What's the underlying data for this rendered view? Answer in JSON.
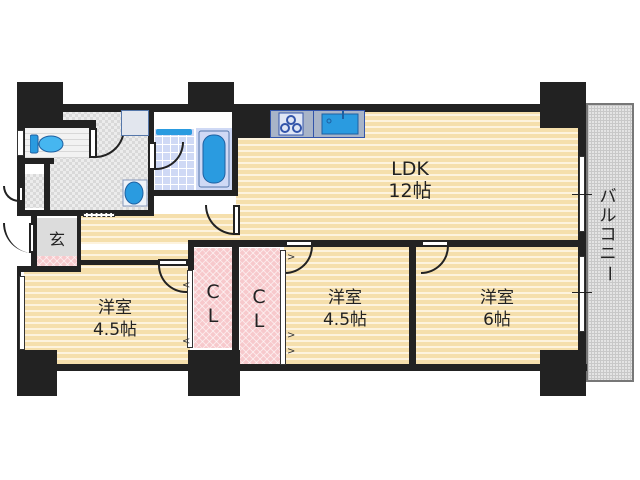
{
  "floorplan": {
    "rooms": [
      {
        "id": "ldk",
        "name": "LDK",
        "size": "12帖"
      },
      {
        "id": "western1",
        "name": "洋室",
        "size": "4.5帖"
      },
      {
        "id": "western2",
        "name": "洋室",
        "size": "4.5帖"
      },
      {
        "id": "western3",
        "name": "洋室",
        "size": "6帖"
      }
    ],
    "closets": [
      {
        "id": "cl1",
        "label_top": "C",
        "label_bottom": "L"
      },
      {
        "id": "cl2",
        "label_top": "C",
        "label_bottom": "L"
      }
    ],
    "entrance": {
      "label": "玄"
    },
    "balcony": {
      "label": "バルコニー",
      "chars": [
        "バ",
        "ル",
        "コ",
        "ニ",
        "ー"
      ]
    },
    "fixtures": [
      "toilet",
      "washbasin",
      "washing-machine-space",
      "bathtub",
      "stove",
      "kitchen-sink",
      "shoe-cabinet"
    ],
    "colors": {
      "wall": "#222222",
      "floor_wood": "#f5dfac",
      "closet_pink": "#f7c9cc",
      "wet_area_tile": "#ececec",
      "bath_tile": "#cfd9f5",
      "fixture_blue": "#2a9be0",
      "balcony_gray": "#e4e4e4"
    }
  }
}
